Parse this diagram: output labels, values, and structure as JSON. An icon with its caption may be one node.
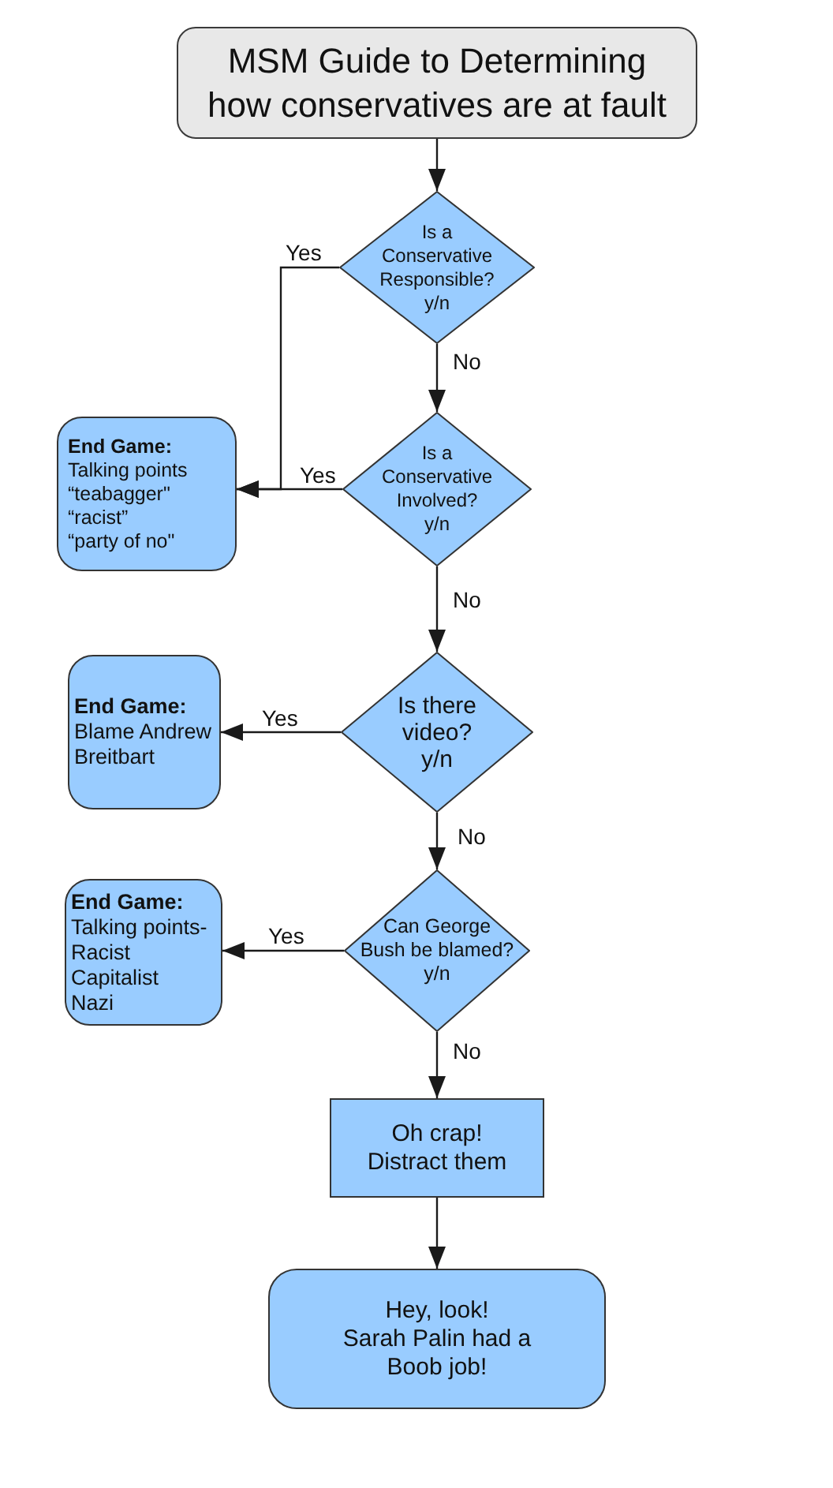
{
  "diagram": {
    "nodes": [
      {
        "text": [
          "MSM Guide to Determining how conservatives are at fault"
        ]
      },
      {
        "text": [
          "Is a Conservative Responsible?",
          "y/n"
        ]
      },
      {
        "text": [
          "End Game:",
          "Talking points",
          "“teabagger\"",
          "“racist”",
          "“party of no\""
        ]
      },
      {
        "text": [
          "Is a Conservative Involved?",
          "y/n"
        ]
      },
      {
        "text": [
          "End Game:",
          "Blame Andrew Breitbart"
        ]
      },
      {
        "text": [
          "Is there video?",
          "y/n"
        ]
      },
      {
        "text": [
          "End Game:",
          "Talking points-",
          "Racist",
          "Capitalist",
          "Nazi"
        ]
      },
      {
        "text": [
          "Can George Bush be blamed?",
          "y/n"
        ]
      },
      {
        "text": [
          "Oh crap!",
          "Distract them"
        ]
      },
      {
        "text": [
          "Hey, look!",
          "Sarah Palin had a Boob job!"
        ]
      }
    ],
    "edges": [
      {
        "from": 0,
        "to": 1,
        "arrow": "to"
      },
      {
        "from": 1,
        "to": 2,
        "arrow": "to",
        "label": "Yes"
      },
      {
        "from": 1,
        "to": 3,
        "arrow": "to",
        "label": "No"
      },
      {
        "from": 3,
        "to": 2,
        "arrow": "to",
        "label": "Yes"
      },
      {
        "from": 3,
        "to": 5,
        "arrow": "to",
        "label": "No"
      },
      {
        "from": 5,
        "to": 4,
        "arrow": "to",
        "label": "Yes"
      },
      {
        "from": 5,
        "to": 7,
        "arrow": "to",
        "label": "No"
      },
      {
        "from": 7,
        "to": 6,
        "arrow": "to",
        "label": "Yes"
      },
      {
        "from": 7,
        "to": 8,
        "arrow": "to",
        "label": "No"
      },
      {
        "from": 8,
        "to": 9,
        "arrow": "to"
      }
    ]
  }
}
